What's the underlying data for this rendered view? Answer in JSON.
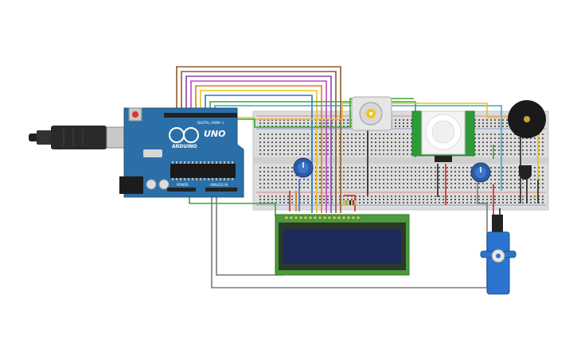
{
  "arduino": {
    "brand": "ARDUINO",
    "model": "UNO",
    "digital_label": "DIGITAL (PWM~)",
    "power_label": "POWER",
    "analog_label": "ANALOG IN",
    "board_color": "#2b6fa8"
  },
  "colors": {
    "wire_brown": "#8b5a2b",
    "wire_orange": "#e07a1a",
    "wire_purple": "#8e3fb0",
    "wire_magenta": "#c044c0",
    "wire_yellow": "#e8c21a",
    "wire_blue": "#2a74d0",
    "wire_green": "#3aa63a",
    "wire_cyan": "#35a8c8",
    "wire_gray": "#7a7a7a",
    "wire_red": "#d22",
    "lcd_pcb": "#4c9a3c",
    "lcd_screen": "#1e2a5a",
    "pir_pcb": "#2f9a3a",
    "servo_body": "#2a74d0"
  },
  "components": {
    "usb_cable": "usb-cable",
    "dc_motor": "dc-motor",
    "pir_sensor": "pir-sensor",
    "buzzer": "piezo-buzzer",
    "lcd": "lcd-16x2",
    "servo": "micro-servo",
    "potentiometer_a": "potentiometer",
    "potentiometer_b": "potentiometer",
    "temp_sensor": "temperature-sensor",
    "resistor": "resistor"
  }
}
